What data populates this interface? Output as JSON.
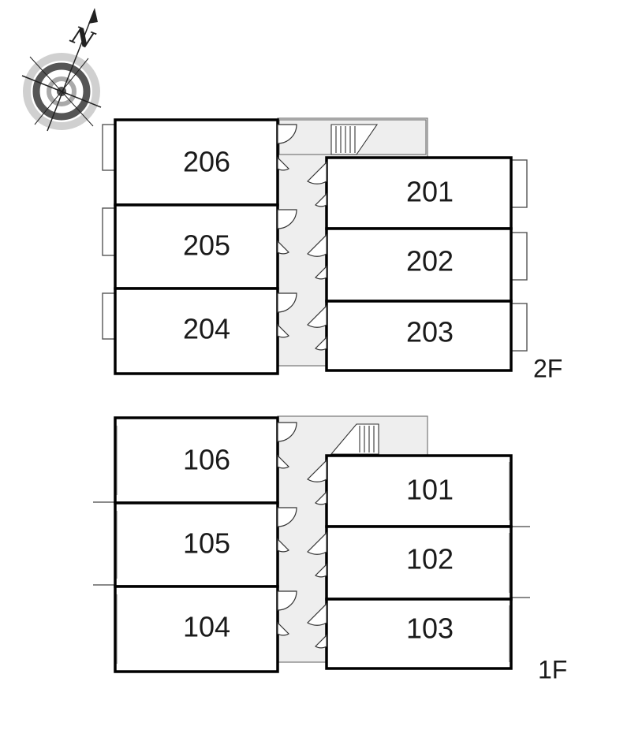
{
  "compass": {
    "label": "N",
    "icon": "north-compass-icon"
  },
  "floors": [
    {
      "id": "2F",
      "label": "2F",
      "units": [
        "206",
        "205",
        "204",
        "201",
        "202",
        "203"
      ]
    },
    {
      "id": "1F",
      "label": "1F",
      "units": [
        "106",
        "105",
        "104",
        "101",
        "102",
        "103"
      ]
    }
  ],
  "colors": {
    "wall": "#000000",
    "corridor": "#eeeeee",
    "balcony": "#555555"
  }
}
